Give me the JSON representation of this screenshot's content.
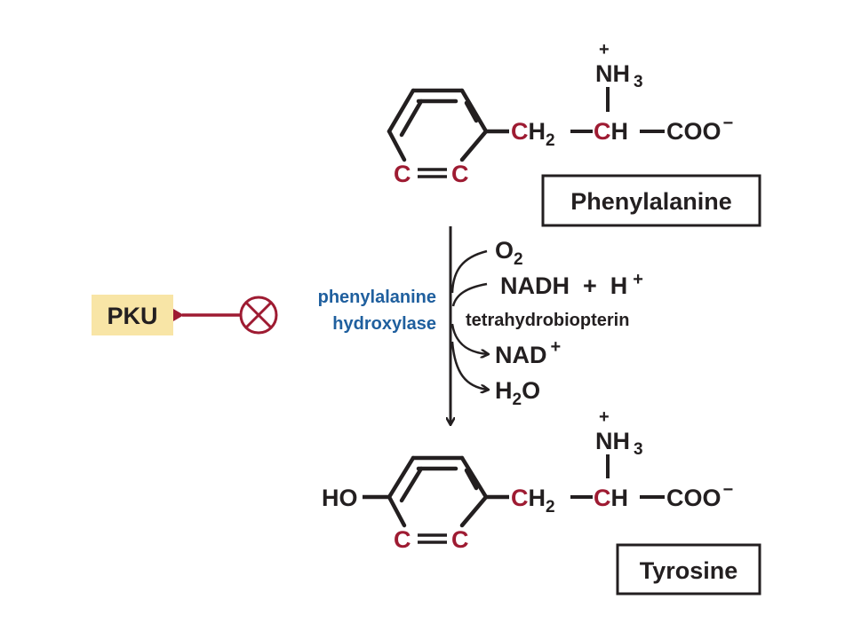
{
  "colors": {
    "carbon": "#9e1b32",
    "ink": "#231f20",
    "enzyme": "#1f5f9e",
    "pku_bg": "#f8e5a6",
    "inhibit": "#9e1b32"
  },
  "phenylalanine": {
    "label": "Phenylalanine",
    "plus": "+",
    "amine_n": "N",
    "amine_h": "H",
    "amine_sub": "3",
    "ch2_c": "C",
    "ch2_h": "H",
    "ch2_sub": "2",
    "ch_c": "C",
    "ch_h": "H",
    "carboxyl": "COO",
    "minus": "−",
    "ring_c1": "C",
    "ring_c2": "C"
  },
  "reaction": {
    "enzyme_line1": "phenylalanine",
    "enzyme_line2": "hydroxylase",
    "o2_main": "O",
    "o2_sub": "2",
    "nadh": "NADH  +  H",
    "nadh_plus": "+",
    "cofactor": "tetrahydrobiopterin",
    "nad": "NAD",
    "nad_plus": "+",
    "water_h": "H",
    "water_sub": "2",
    "water_o": "O"
  },
  "disease": {
    "label": "PKU",
    "blocked_icon": "blocked-circle-x-icon"
  },
  "tyrosine": {
    "label": "Tyrosine",
    "hydroxyl": "HO",
    "plus": "+",
    "amine_n": "N",
    "amine_h": "H",
    "amine_sub": "3",
    "ch2_c": "C",
    "ch2_h": "H",
    "ch2_sub": "2",
    "ch_c": "C",
    "ch_h": "H",
    "carboxyl": "COO",
    "minus": "−",
    "ring_c1": "C",
    "ring_c2": "C"
  }
}
